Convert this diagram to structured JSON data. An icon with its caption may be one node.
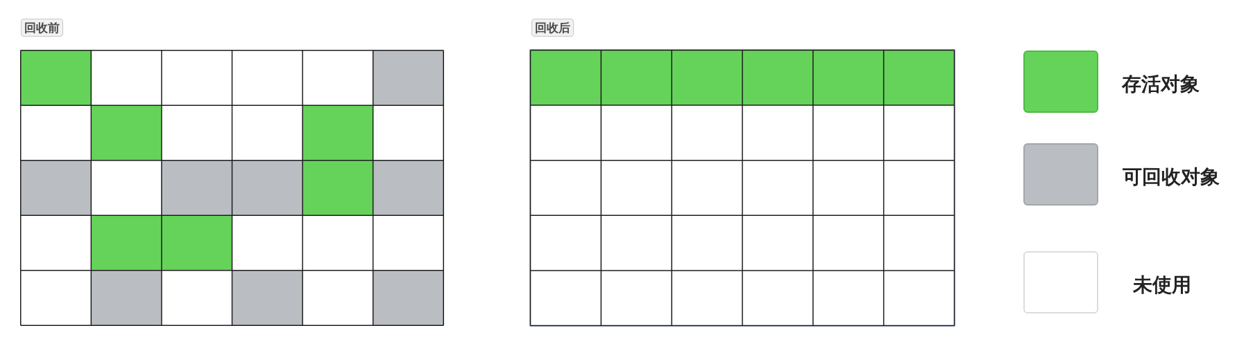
{
  "diagram": {
    "nodes": [
      {
        "text": [
          "回收前"
        ]
      },
      {
        "text": [
          "回收后"
        ]
      }
    ],
    "legend": [
      {
        "text": "存活对象",
        "color": "#65d35a"
      },
      {
        "text": "可回收对象",
        "color": "#babdc2"
      },
      {
        "text": "未使用",
        "color": "#ffffff"
      }
    ]
  }
}
